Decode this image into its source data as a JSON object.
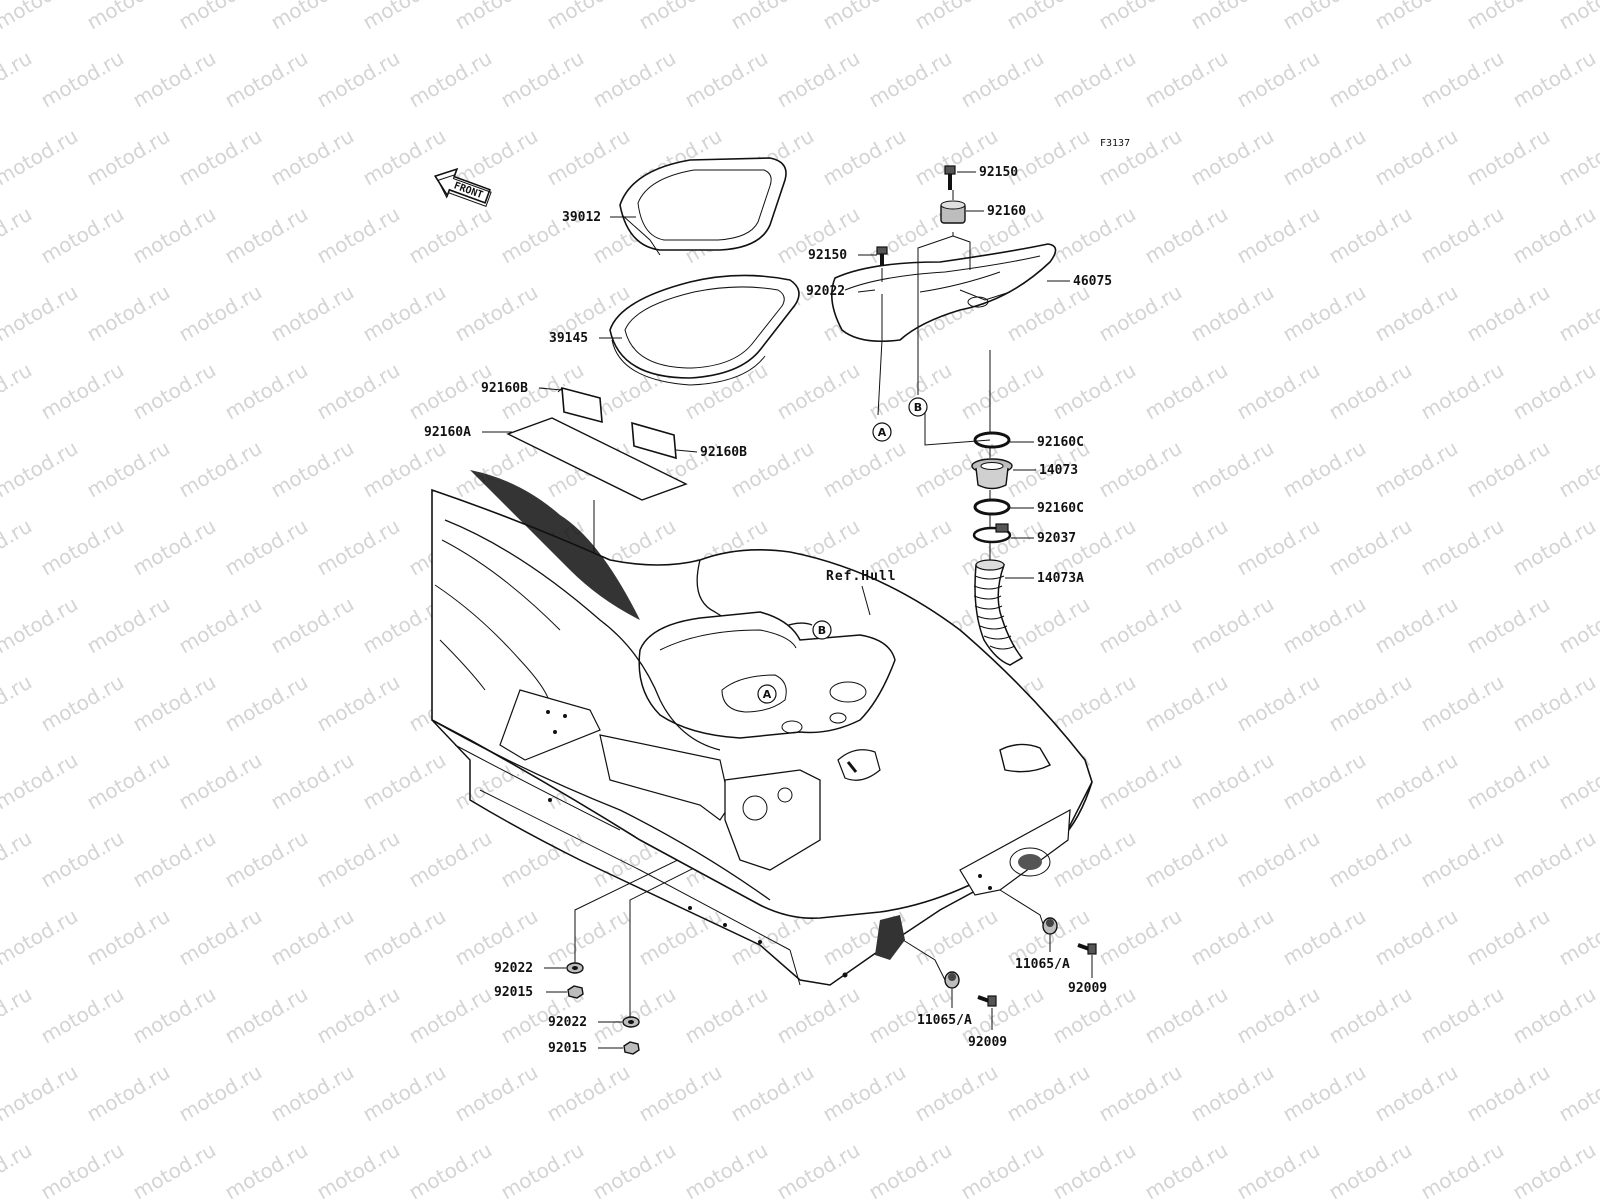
{
  "figure_code": "F3137",
  "front_arrow_label": "FRONT",
  "reference_label": "Ref.Hull",
  "markers": {
    "a": "A",
    "b": "B"
  },
  "watermark": "motod.ru",
  "parts": [
    {
      "id": "39012",
      "label": "39012"
    },
    {
      "id": "39145",
      "label": "39145"
    },
    {
      "id": "92160B-left",
      "label": "92160B"
    },
    {
      "id": "92160A",
      "label": "92160A"
    },
    {
      "id": "92160B-right",
      "label": "92160B"
    },
    {
      "id": "92150-top",
      "label": "92150"
    },
    {
      "id": "92160",
      "label": "92160"
    },
    {
      "id": "92150-left",
      "label": "92150"
    },
    {
      "id": "92022-top",
      "label": "92022"
    },
    {
      "id": "46075",
      "label": "46075"
    },
    {
      "id": "92160C-upper",
      "label": "92160C"
    },
    {
      "id": "14073",
      "label": "14073"
    },
    {
      "id": "92160C-lower",
      "label": "92160C"
    },
    {
      "id": "92037",
      "label": "92037"
    },
    {
      "id": "14073A",
      "label": "14073A"
    },
    {
      "id": "92022-mid",
      "label": "92022"
    },
    {
      "id": "92015-mid",
      "label": "92015"
    },
    {
      "id": "92022-low",
      "label": "92022"
    },
    {
      "id": "92015-low",
      "label": "92015"
    },
    {
      "id": "11065A-right",
      "label": "11065/A"
    },
    {
      "id": "92009-right",
      "label": "92009"
    },
    {
      "id": "11065A-left",
      "label": "11065/A"
    },
    {
      "id": "92009-left",
      "label": "92009"
    }
  ]
}
